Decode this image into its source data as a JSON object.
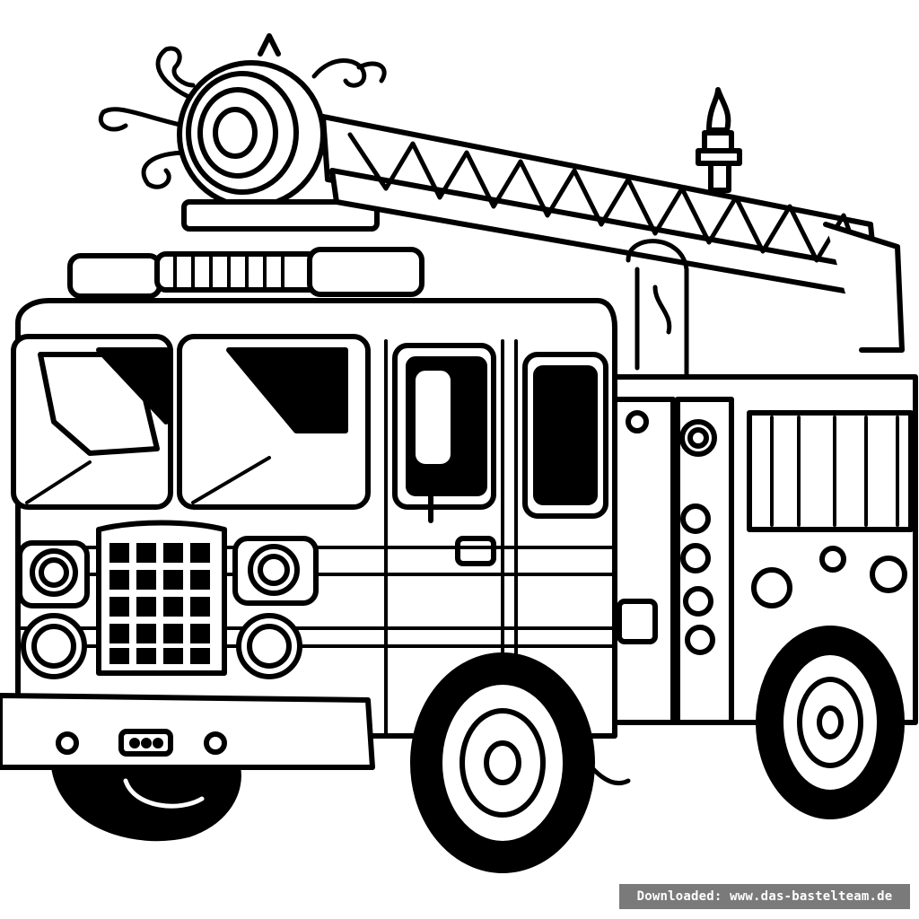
{
  "image": {
    "subject": "fire-truck",
    "style": "line-art-coloring-page",
    "colors": {
      "line": "#000000",
      "paper": "#ffffff",
      "watermark_bg": "#7a7a7a",
      "watermark_text": "#ffffff"
    }
  },
  "watermark": {
    "text": "Downloaded: www.das-bastelteam.de"
  }
}
